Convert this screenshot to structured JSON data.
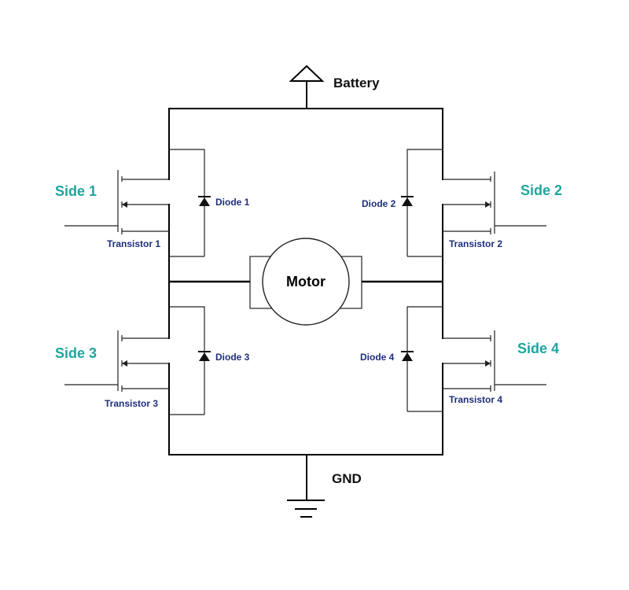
{
  "colors": {
    "wire": "#000000",
    "side_label": "#1fa5a0",
    "component_label": "#1e2f7a"
  },
  "labels": {
    "battery": "Battery",
    "gnd": "GND",
    "motor": "Motor",
    "sides": [
      "Side 1",
      "Side 2",
      "Side 3",
      "Side 4"
    ],
    "diodes": [
      "Diode 1",
      "Diode 2",
      "Diode 3",
      "Diode 4"
    ],
    "transistors": [
      "Transistor 1",
      "Transistor 2",
      "Transistor 3",
      "Transistor 4"
    ]
  },
  "symbols": {
    "supply": "battery-triangle-icon",
    "ground": "ground-icon",
    "diode": "diode-icon",
    "transistor": "transistor-icon"
  }
}
